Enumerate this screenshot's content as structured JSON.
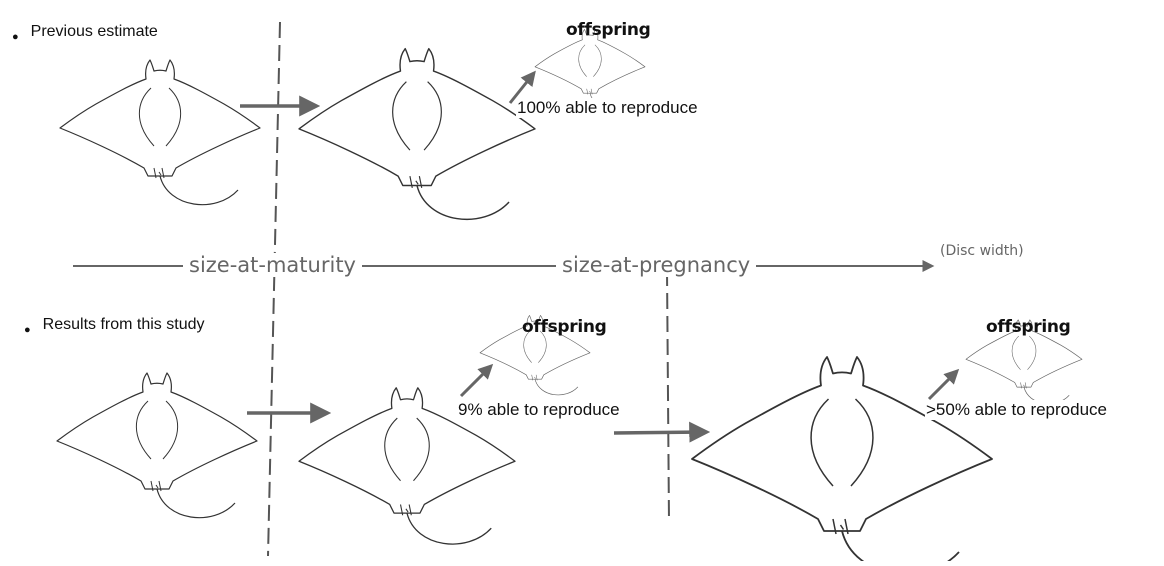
{
  "labels": {
    "previous_estimate": "Previous estimate",
    "results_from_study": "Results from this study",
    "offspring": "offspring",
    "reproduce_100": "100% able to reproduce",
    "reproduce_9": "9% able to reproduce",
    "reproduce_50": ">50% able to reproduce",
    "size_at_maturity": "size-at-maturity",
    "size_at_pregnancy": "size-at-pregnancy",
    "disc_width": "(Disc width)"
  },
  "icons": {
    "bullet": "filled-circle",
    "ray": "manta-ray-drawing",
    "arrow": "right-arrow"
  },
  "colors": {
    "arrow": "#666666",
    "line": "#555555",
    "axis_text": "#666666",
    "text": "#111111",
    "background": "#ffffff"
  }
}
